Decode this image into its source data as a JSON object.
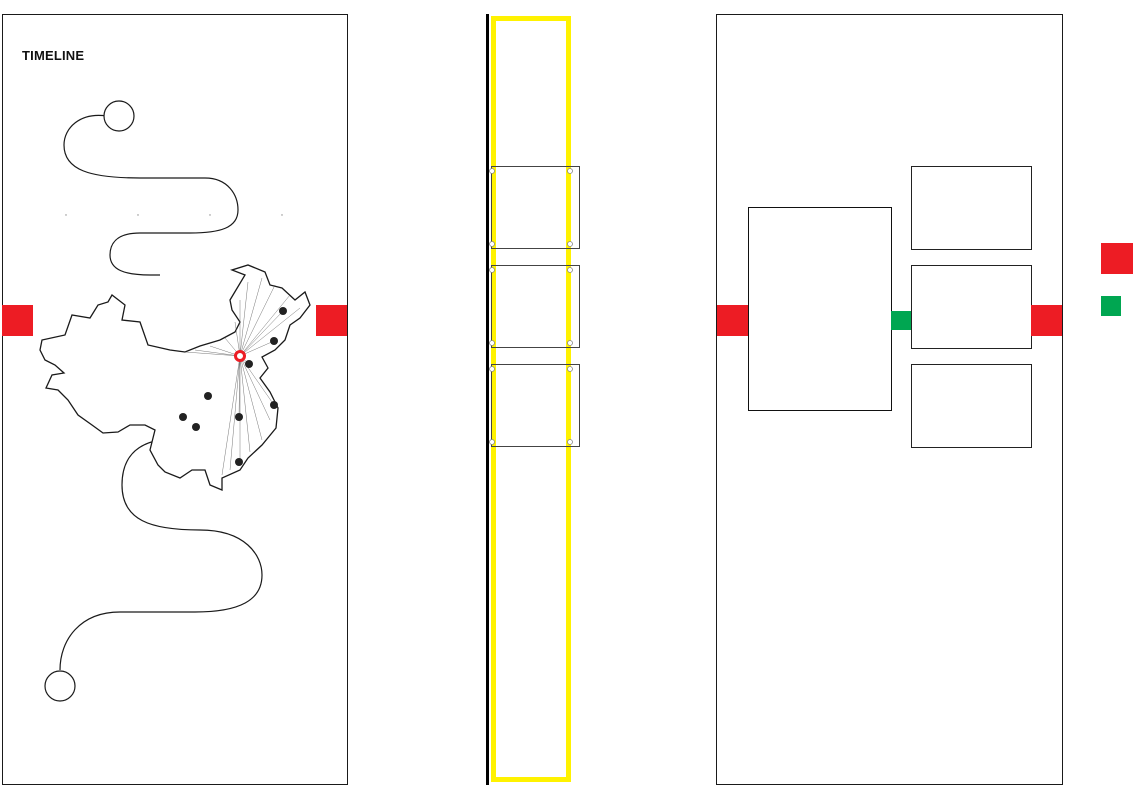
{
  "panels": {
    "timeline": {
      "title": "TIMELINE",
      "map_markers": [
        {
          "name": "marker-1"
        },
        {
          "name": "marker-2"
        },
        {
          "name": "marker-3"
        },
        {
          "name": "marker-4"
        },
        {
          "name": "marker-5"
        },
        {
          "name": "marker-6"
        },
        {
          "name": "marker-7"
        },
        {
          "name": "marker-8"
        },
        {
          "name": "marker-9"
        }
      ]
    },
    "middle": {
      "frame_color": "#fff200",
      "slots": 3
    },
    "right": {
      "side_boxes": 3
    }
  },
  "legend": {
    "swatches": [
      {
        "name": "red-swatch",
        "color": "#ed1c24"
      },
      {
        "name": "green-swatch",
        "color": "#00a651"
      }
    ]
  },
  "colors": {
    "accent_red": "#ed1c24",
    "accent_green": "#00a651",
    "frame_yellow": "#fff200",
    "line": "#1a1a1a"
  }
}
